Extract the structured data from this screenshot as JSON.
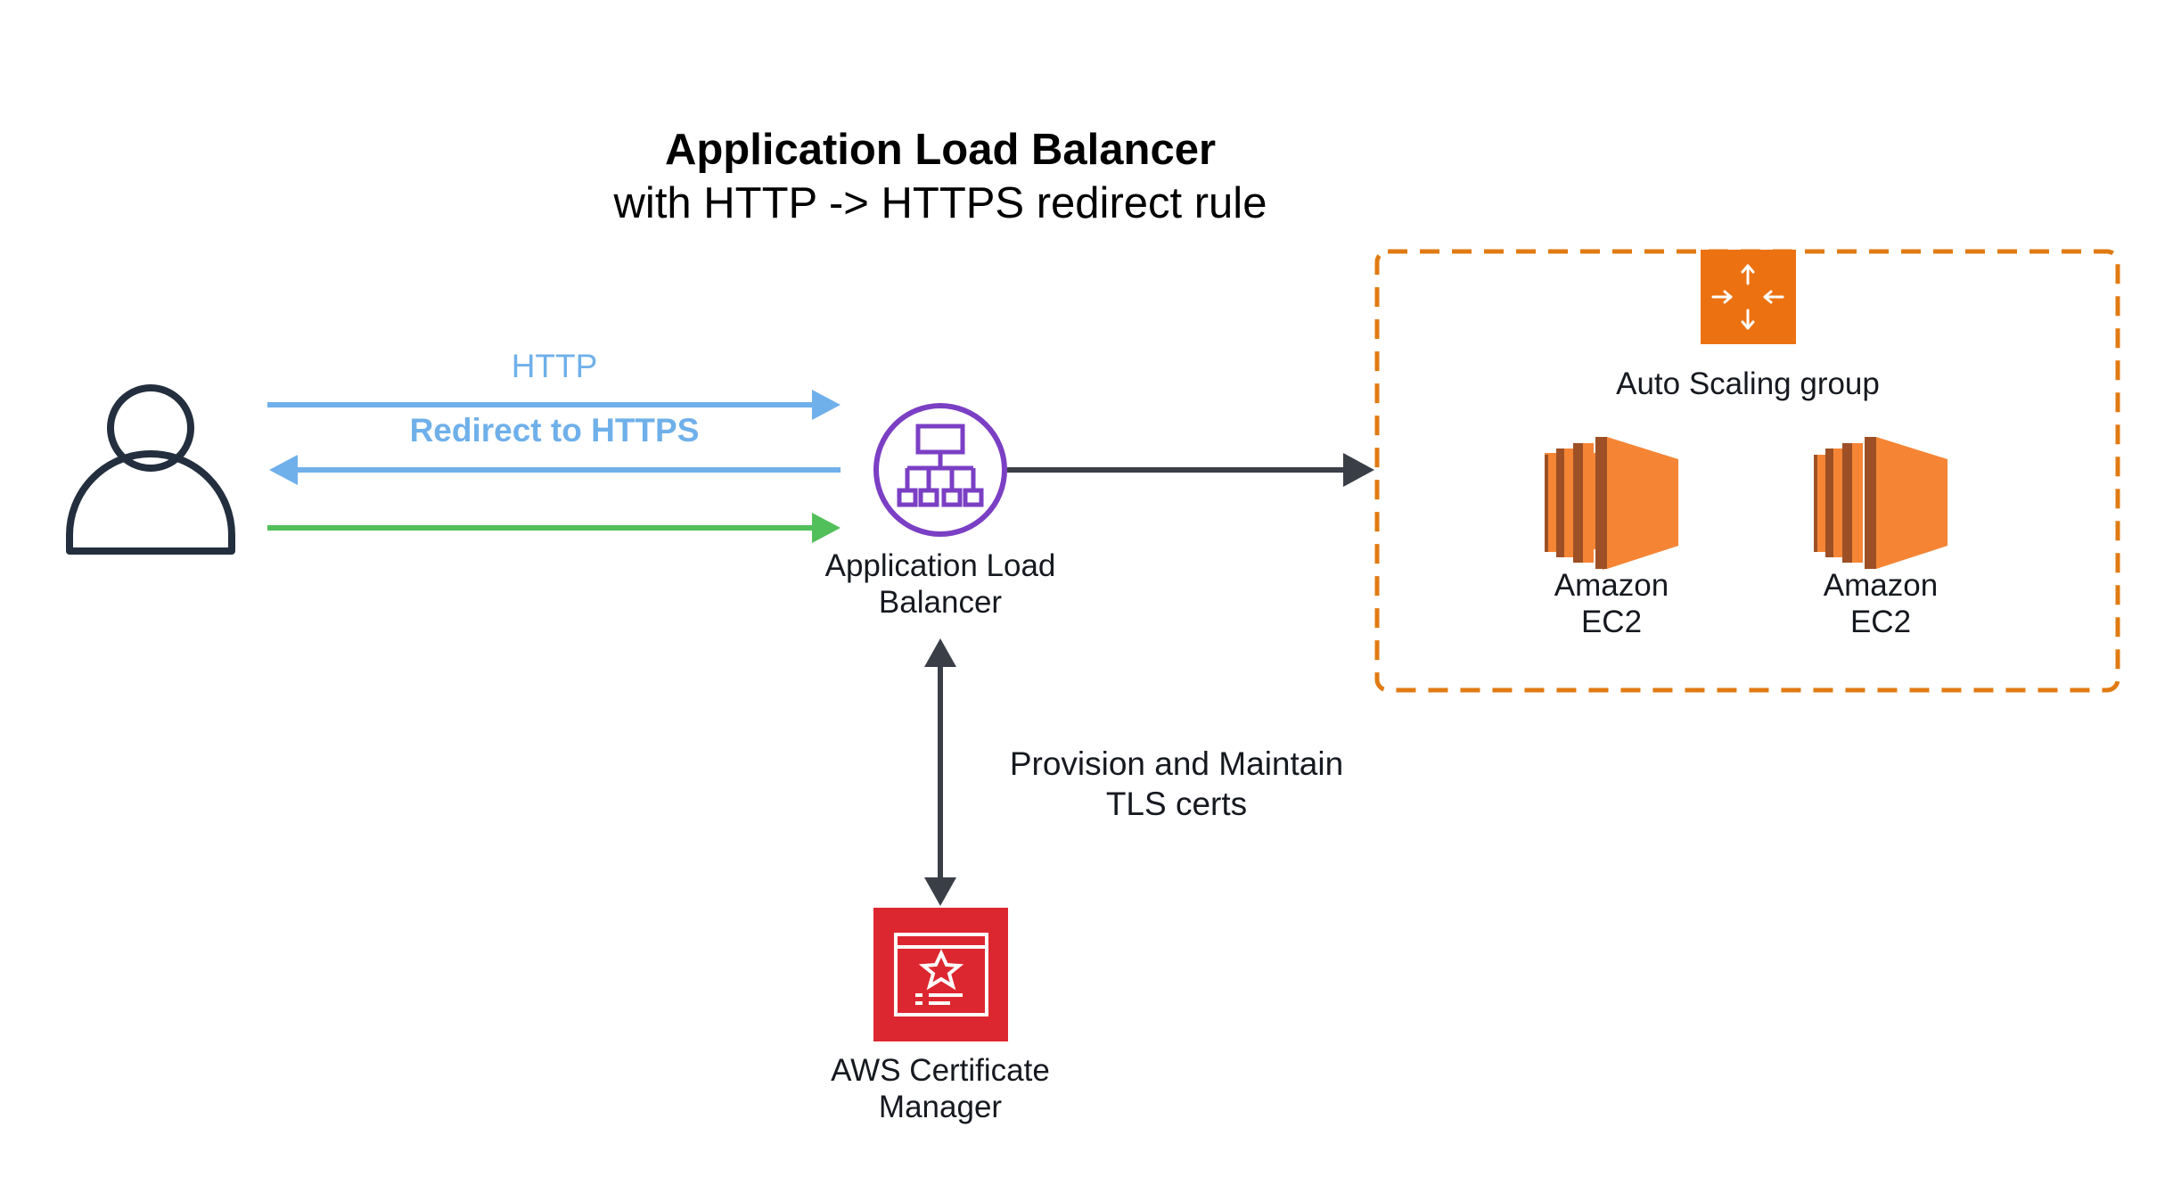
{
  "title": "Application Load Balancer",
  "subtitle": "with HTTP -> HTTPS redirect rule",
  "colors": {
    "http_arrow": "#6fb0ea",
    "https_arrow": "#52c05a",
    "dark_line": "#3a3f47",
    "user_icon": "#232f3e",
    "alb_purple": "#7b3fc4",
    "acm_red": "#dd2730",
    "asg_orange": "#ec7211",
    "ec2_orange": "#f58534",
    "group_border": "#e07b13"
  },
  "nodes": {
    "user": {
      "icon": "user-icon"
    },
    "alb": {
      "icon": "application-load-balancer-icon",
      "label": "Application Load\nBalancer"
    },
    "acm": {
      "icon": "certificate-manager-icon",
      "label": "AWS Certificate\nManager"
    },
    "asg": {
      "icon": "auto-scaling-icon",
      "label": "Auto Scaling group"
    },
    "ec2_a": {
      "icon": "ec2-instance-icon",
      "label": "Amazon\nEC2"
    },
    "ec2_b": {
      "icon": "ec2-instance-icon",
      "label": "Amazon\nEC2"
    }
  },
  "edges": {
    "http": {
      "label": "HTTP"
    },
    "redirect": {
      "label": "Redirect to HTTPS"
    },
    "https": {
      "label": ""
    },
    "alb_to_asg": {
      "label": ""
    },
    "acm_link": {
      "label": "Provision and Maintain\nTLS certs"
    }
  }
}
